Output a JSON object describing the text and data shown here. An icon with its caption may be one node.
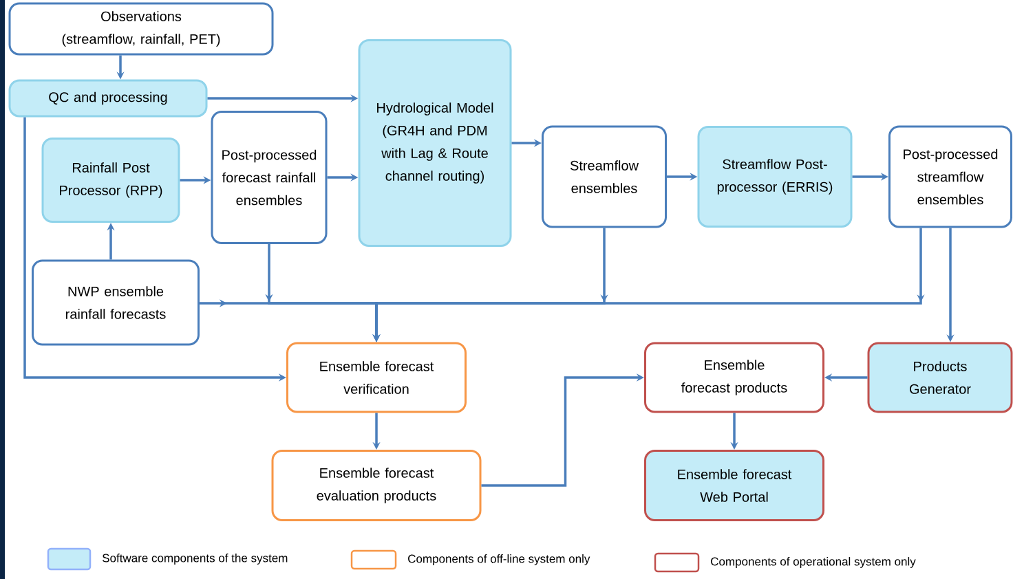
{
  "diagram": {
    "nodes": [
      {
        "text": [
          "Observations (streamflow, rainfall, PET)"
        ]
      },
      {
        "text": [
          "QC and processing"
        ]
      },
      {
        "text": [
          "Rainfall Post Processor (RPP)"
        ]
      },
      {
        "text": [
          "Post-processed forecast rainfall ensembles"
        ]
      },
      {
        "text": [
          "Hydrological Model (GR4H and PDM with Lag & Route channel routing)"
        ]
      },
      {
        "text": [
          "Streamflow ensembles"
        ]
      },
      {
        "text": [
          "Streamflow Post-processor (ERRIS)"
        ]
      },
      {
        "text": [
          "Post-processed streamflow ensembles"
        ]
      },
      {
        "text": [
          "NWP ensemble rainfall forecasts"
        ]
      },
      {
        "text": [
          "Ensemble forecast verification"
        ]
      },
      {
        "text": [
          "Ensemble forecast evaluation products"
        ]
      },
      {
        "text": [
          "Ensemble forecast products"
        ]
      },
      {
        "text": [
          "Products Generator"
        ]
      },
      {
        "text": [
          "Ensemble forecast Web Portal"
        ]
      }
    ],
    "edges": [
      {
        "from": 0,
        "to": 1,
        "arrow": "to"
      },
      {
        "from": 1,
        "to": 4,
        "arrow": "to"
      },
      {
        "from": 2,
        "to": 3,
        "arrow": "to"
      },
      {
        "from": 3,
        "to": 4,
        "arrow": "to"
      },
      {
        "from": 4,
        "to": 5,
        "arrow": "to"
      },
      {
        "from": 5,
        "to": 6,
        "arrow": "to"
      },
      {
        "from": 6,
        "to": 7,
        "arrow": "to"
      },
      {
        "from": 8,
        "to": 2,
        "arrow": "to"
      },
      {
        "from": 8,
        "to": 9,
        "arrow": "to"
      },
      {
        "from": 3,
        "to": 9,
        "arrow": "to"
      },
      {
        "from": 5,
        "to": 9,
        "arrow": "to"
      },
      {
        "from": 7,
        "to": 9,
        "arrow": "to"
      },
      {
        "from": 1,
        "to": 9,
        "arrow": "to"
      },
      {
        "from": 9,
        "to": 10,
        "arrow": "to"
      },
      {
        "from": 7,
        "to": 12,
        "arrow": "to"
      },
      {
        "from": 12,
        "to": 11,
        "arrow": "to"
      },
      {
        "from": 10,
        "to": 11,
        "arrow": "to"
      },
      {
        "from": 11,
        "to": 13,
        "arrow": "to"
      }
    ],
    "legend": [
      {
        "text": "Software components of the system",
        "color": "#c4ecf8"
      },
      {
        "text": "Components of off-line system only",
        "color": "#f79646"
      },
      {
        "text": "Components of operational system only",
        "color": "#c0504d"
      }
    ]
  }
}
